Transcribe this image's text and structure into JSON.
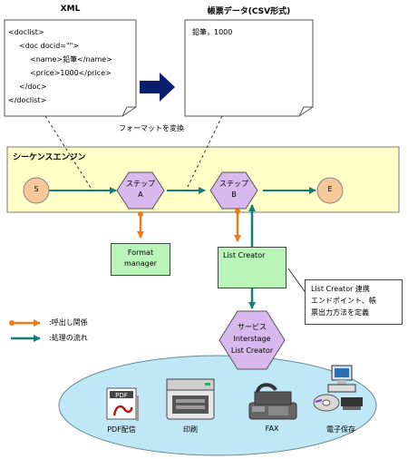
{
  "xml_doc": {
    "title": "XML",
    "lines": [
      "<doclist>",
      "<doc docid=\"\">",
      "<name>鉛筆</name>",
      "<price>1000</price>",
      "</doc>",
      "</doclist>"
    ]
  },
  "csv_doc": {
    "title": "帳票データ(CSV形式)",
    "content": "鉛筆，1000"
  },
  "convert_label": "フォーマットを変換",
  "engine": {
    "title": "シーケンスエンジン",
    "start": "S",
    "end": "E",
    "step_a": {
      "line1": "ステップ",
      "line2": "A"
    },
    "step_b": {
      "line1": "ステップ",
      "line2": "B"
    }
  },
  "format_manager": {
    "line1": "Format",
    "line2": "manager"
  },
  "list_creator": "List Creator",
  "note": {
    "line1": "List Creator 連携",
    "line2": "エンドポイント、帳",
    "line3": "票出力方法を定義"
  },
  "service": {
    "line1": "サービス",
    "line2": "Interstage",
    "line3": "List Creator"
  },
  "legend": {
    "call": ":呼出し関係",
    "flow": ":処理の流れ"
  },
  "outputs": [
    {
      "label": "PDF配信",
      "icon": "pdf-icon"
    },
    {
      "label": "印刷",
      "icon": "printer-icon"
    },
    {
      "label": "FAX",
      "icon": "fax-icon"
    },
    {
      "label": "電子保存",
      "icon": "computer-storage-icon"
    }
  ],
  "colors": {
    "engine_bg": "#ffffc8",
    "teal": "#137f7b",
    "orange": "#f07a14",
    "hex": "#d9b8ee",
    "circle": "#f7c89a",
    "ellipse": "#bfe7f5",
    "green": "#b9f5b9",
    "arrow_navy": "#0a1e6e"
  }
}
